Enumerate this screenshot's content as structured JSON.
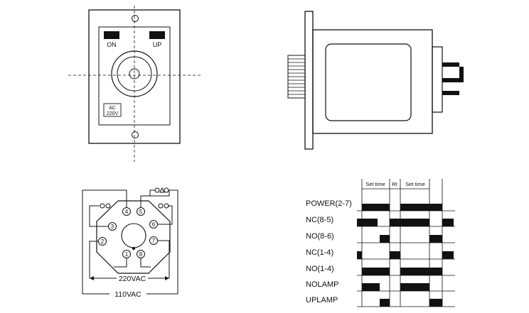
{
  "front_view": {
    "indicator_left": "ON",
    "indicator_right": "UP",
    "voltage_label_line1": "AC",
    "voltage_label_line2": "220V"
  },
  "wiring": {
    "pins": [
      "1",
      "2",
      "3",
      "4",
      "5",
      "6",
      "7",
      "8"
    ],
    "voltage_inner": "220VAC",
    "voltage_outer": "110VAC"
  },
  "timing": {
    "header_labels": [
      "Set time",
      "Rt",
      "Set time"
    ],
    "signals": [
      "POWER(2-7)",
      "NC(8-5)",
      "NO(8-6)",
      "NC(1-4)",
      "NO(1-4)",
      "NOLAMP",
      "UPLAMP"
    ]
  }
}
